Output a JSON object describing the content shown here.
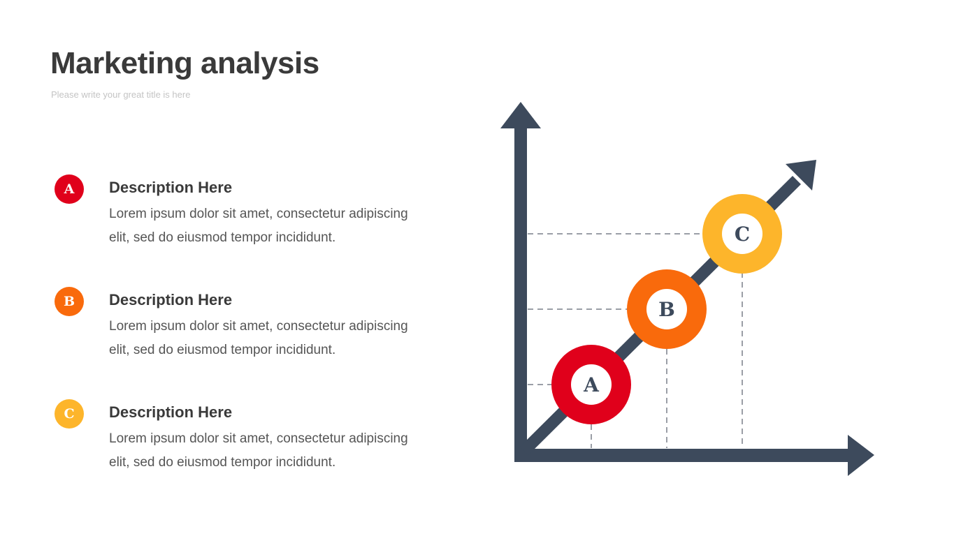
{
  "header": {
    "title": "Marketing analysis",
    "subtitle": "Please write your great title is here"
  },
  "items": [
    {
      "badge": "A",
      "title": "Description Here",
      "text": "Lorem ipsum dolor sit amet, consectetur adipiscing elit, sed do eiusmod tempor incididunt.",
      "color": "#e0001b"
    },
    {
      "badge": "B",
      "title": "Description Here",
      "text": "Lorem ipsum dolor sit amet, consectetur adipiscing elit, sed do eiusmod tempor incididunt.",
      "color": "#f96a0c"
    },
    {
      "badge": "C",
      "title": "Description Here",
      "text": "Lorem ipsum dolor sit amet, consectetur adipiscing elit, sed do eiusmod tempor incididunt.",
      "color": "#fdb52b"
    }
  ],
  "diagram": {
    "axis_color": "#3d4a5c",
    "points": [
      "A",
      "B",
      "C"
    ]
  }
}
